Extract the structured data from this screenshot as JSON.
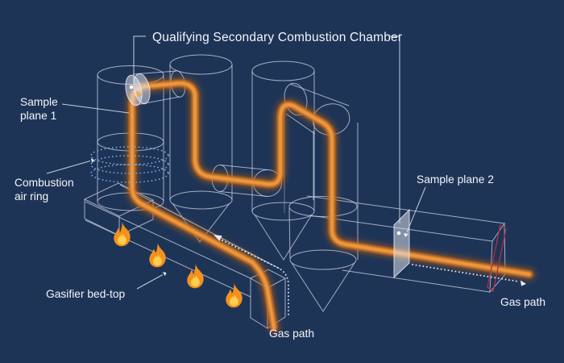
{
  "title": {
    "text": "Qualifying Secondary Combustion Chamber"
  },
  "labels": {
    "sample_plane_1": {
      "line1": "Sample",
      "line2": "plane 1"
    },
    "combustion_air_ring": {
      "line1": "Combustion",
      "line2": "air ring"
    },
    "gasifier_bed_top": "Gasifier bed-top",
    "sample_plane_2": "Sample plane 2",
    "gas_path_inlet": "Gas path",
    "gas_path_outlet": "Gas path"
  },
  "icons": {
    "flames": [
      "flame-icon",
      "flame-icon",
      "flame-icon",
      "flame-icon"
    ],
    "sample_point_markers": [
      "sample-point-dot-1",
      "sample-point-dot-2"
    ]
  },
  "colors": {
    "background": "#1e3457",
    "wireframe": "#c9d0df",
    "text": "#f3f5f9",
    "gas_glow": "#b05e14",
    "gas_mid": "#d0721f",
    "gas_core": "#eb9a44",
    "air_ring_dotted": "#7fb5e6",
    "sample_plane_fill": "#dfe4f0",
    "cross_section_red": "#a93248",
    "flame_outer": "#f4911e",
    "flame_inner": "#ffd04d"
  }
}
